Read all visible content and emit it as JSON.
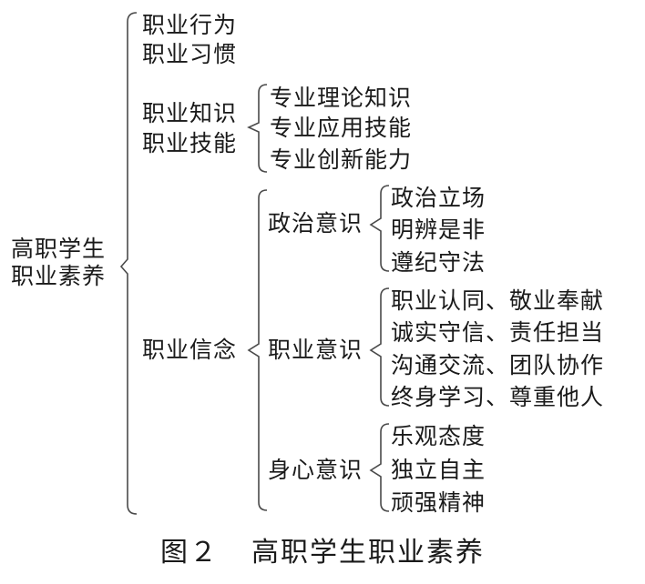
{
  "root": {
    "lines": [
      "高职学生",
      "职业素养"
    ]
  },
  "branches": {
    "behavior": {
      "items": [
        "职业行为",
        "职业习惯"
      ]
    },
    "knowledge": {
      "items": [
        "职业知识",
        "职业技能"
      ],
      "children": [
        "专业理论知识",
        "专业应用技能",
        "专业创新能力"
      ]
    },
    "belief": {
      "label": "职业信念",
      "political": {
        "label": "政治意识",
        "children": [
          "政治立场",
          "明辨是非",
          "遵纪守法"
        ]
      },
      "professional": {
        "label": "职业意识",
        "children": [
          "职业认同、敬业奉献",
          "诚实守信、责任担当",
          "沟通交流、团队协作",
          "终身学习、尊重他人"
        ]
      },
      "mental": {
        "label": "身心意识",
        "children": [
          "乐观态度",
          "独立自主",
          "顽强精神"
        ]
      }
    }
  },
  "caption": {
    "figure": "图２",
    "title": "高职学生职业素养"
  },
  "colors": {
    "text": "#1a1a1a",
    "line": "#4a4a4a"
  }
}
